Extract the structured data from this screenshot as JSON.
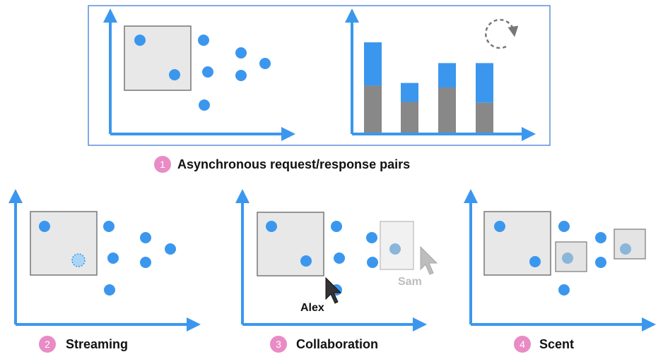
{
  "colors": {
    "accent": "#3b97ee",
    "gray_bar": "#888888",
    "brush_fill": "#e8e8e8",
    "brush_stroke": "#777777",
    "badge": "#e98bc4",
    "frame": "#5b8ed6",
    "remote_cursor": "#bdbdbd",
    "local_cursor": "#333333",
    "marker": "#8ab6d9"
  },
  "panels": [
    {
      "id": "async",
      "number": "1",
      "caption": "Asynchronous request/response pairs",
      "icon": "rotate-arrow-icon"
    },
    {
      "id": "streaming",
      "number": "2",
      "caption": "Streaming"
    },
    {
      "id": "collab",
      "number": "3",
      "caption": "Collaboration",
      "cursors": [
        {
          "name": "Alex",
          "icon": "cursor-icon"
        },
        {
          "name": "Sam",
          "icon": "cursor-icon"
        }
      ]
    },
    {
      "id": "scent",
      "number": "4",
      "caption": "Scent"
    }
  ],
  "bars": [
    {
      "total": 1.0,
      "gray": 0.52
    },
    {
      "total": 0.55,
      "gray": 0.34
    },
    {
      "total": 0.77,
      "gray": 0.5
    },
    {
      "total": 0.77,
      "gray": 0.33
    }
  ]
}
